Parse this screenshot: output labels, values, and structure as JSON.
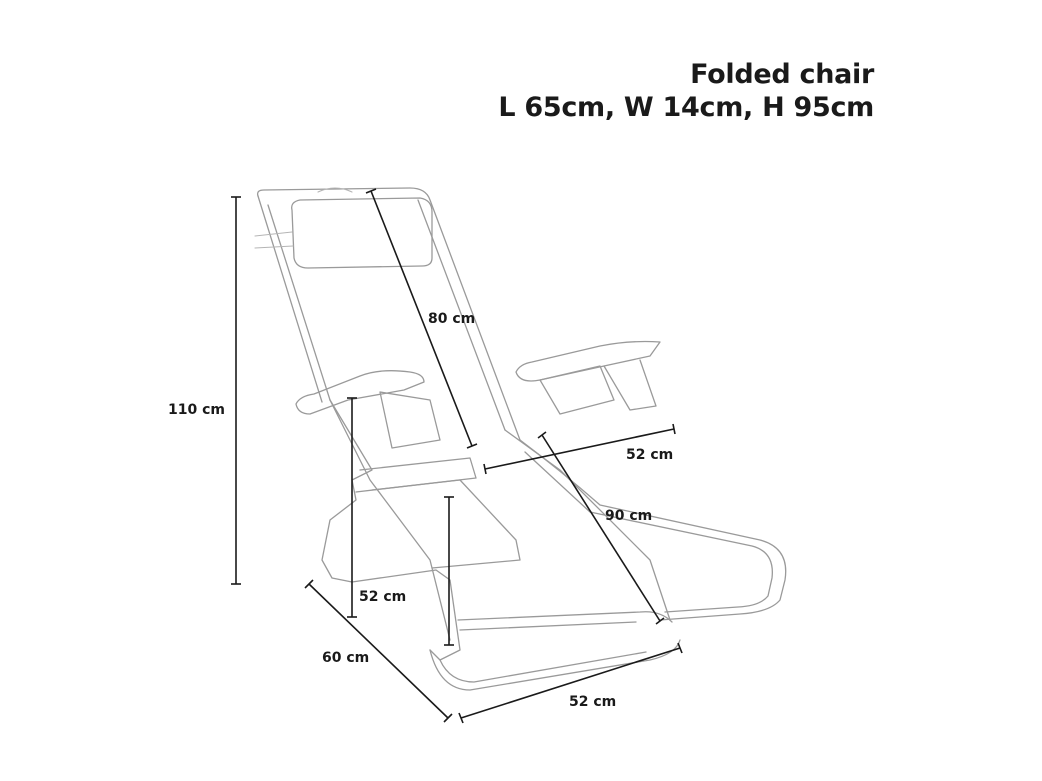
{
  "header": {
    "title": "Folded chair",
    "subtitle": "L 65cm, W 14cm, H 95cm"
  },
  "dimensions": {
    "total_height": "110 cm",
    "backrest_length": "80 cm",
    "seat_width": "52 cm",
    "seat_length": "90 cm",
    "seat_height": "52 cm",
    "depth": "60 cm",
    "base_width": "52 cm"
  },
  "colors": {
    "text": "#1a1a1a",
    "chair_outline": "#9a9a9a",
    "background": "#ffffff"
  }
}
